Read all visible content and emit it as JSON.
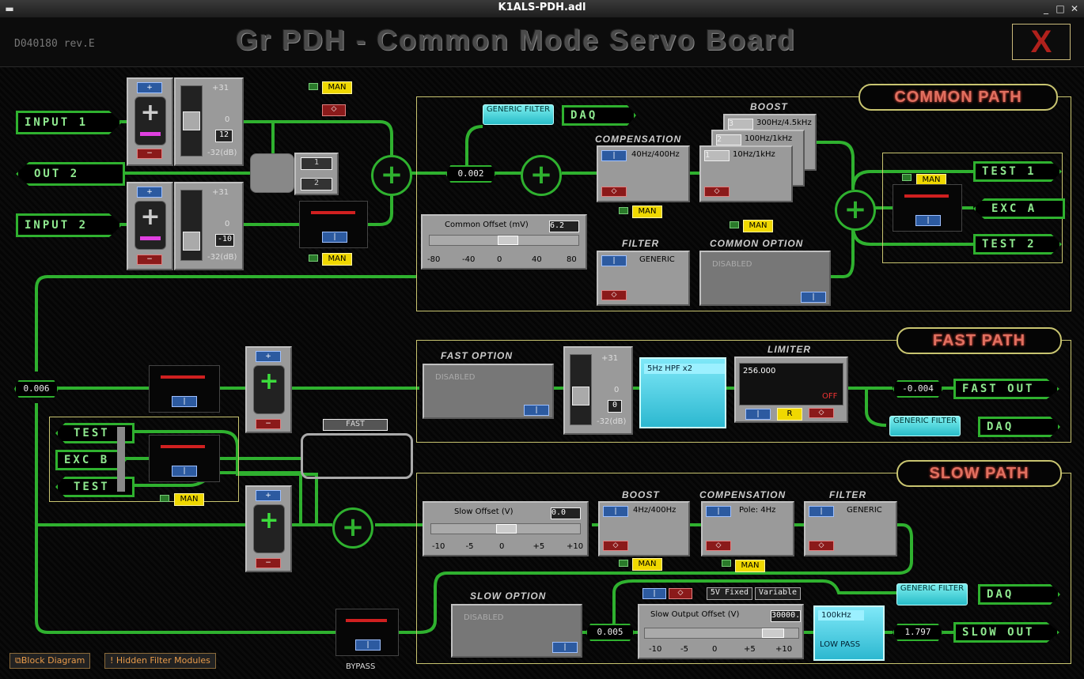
{
  "window": {
    "title": "K1ALS-PDH.adl"
  },
  "header": {
    "doc_id": "D040180 rev.E",
    "title": "Gr PDH - Common Mode Servo Board",
    "close": "X"
  },
  "sections": {
    "common": "COMMON PATH",
    "fast": "FAST PATH",
    "slow": "SLOW PATH"
  },
  "inputs": {
    "in1": "INPUT 1",
    "in2": "INPUT 2",
    "out2": "OUT 2",
    "in1_gain": "12",
    "in2_gain": "-10",
    "plus": "+",
    "minus": "−",
    "scale_top": "+31",
    "scale_mid": "0",
    "scale_bot": "-32(dB)",
    "sw1": "1",
    "sw2": "2"
  },
  "common": {
    "generic_filter": "GENERIC FILTER",
    "daq": "DAQ",
    "sum_value": "0.002",
    "offset_label": "Common Offset (mV)",
    "offset_value": "6.2",
    "offset_ticks": [
      "-80",
      "-40",
      "0",
      "40",
      "80"
    ],
    "compensation": "COMPENSATION",
    "comp_filter": "40Hz/400Hz",
    "boost": "BOOST",
    "boost_filters": [
      "300Hz/4.5kHz",
      "100Hz/1kHz",
      "10Hz/1kHz"
    ],
    "boost_nums": [
      "3",
      "2",
      "1"
    ],
    "filter": "FILTER",
    "filter_name": "GENERIC",
    "option": "COMMON  OPTION",
    "disabled": "DISABLED",
    "test1": "TEST 1",
    "exca": "EXC A",
    "test2": "TEST 2",
    "man": "MAN"
  },
  "fast": {
    "node_value": "0.006",
    "option": "FAST  OPTION",
    "disabled": "DISABLED",
    "gain_value": "0",
    "hpf": "5Hz HPF x2",
    "limiter": "LIMITER",
    "limiter_value": "256.000",
    "limiter_state": "OFF",
    "r": "R",
    "out_value": "-0.004",
    "fast_out": "FAST OUT",
    "generic_filter": "GENERIC FILTER",
    "daq": "DAQ",
    "fast_tag": "FAST"
  },
  "exc": {
    "test_a": "TEST",
    "excb": "EXC B",
    "test_b": "TEST",
    "man": "MAN"
  },
  "slow": {
    "offset_label": "Slow Offset (V)",
    "offset_value": "0.0",
    "offset_ticks": [
      "-10",
      "-5",
      "0",
      "+5",
      "+10"
    ],
    "boost": "BOOST",
    "boost_filter": "4Hz/400Hz",
    "compensation": "COMPENSATION",
    "comp_filter": "Pole: 4Hz",
    "filter": "FILTER",
    "filter_name": "GENERIC",
    "option": "SLOW  OPTION",
    "disabled": "DISABLED",
    "node_value": "0.005",
    "fixed": "5V Fixed",
    "variable": "Variable",
    "out_offset_label": "Slow Output Offset (V)",
    "out_offset_value": "30000.",
    "out_ticks": [
      "-10",
      "-5",
      "0",
      "+5",
      "+10"
    ],
    "lowpass_freq": "100kHz",
    "lowpass": "LOW PASS",
    "out_value": "1.797",
    "slow_out": "SLOW OUT",
    "generic_filter": "GENERIC FILTER",
    "daq": "DAQ",
    "bypass": "BYPASS",
    "man": "MAN"
  },
  "footer": {
    "block": "Block Diagram",
    "hidden": "! Hidden Filter Modules"
  }
}
